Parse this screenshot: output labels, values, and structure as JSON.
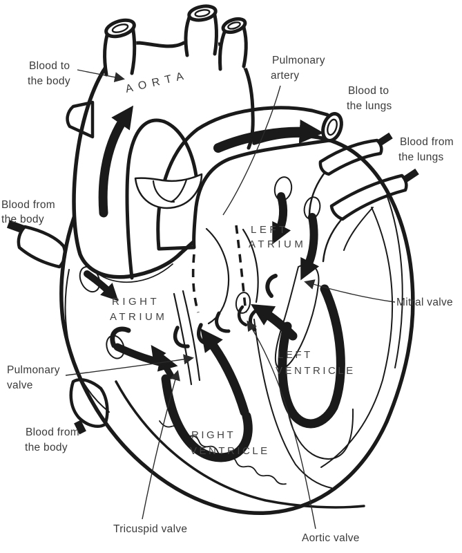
{
  "figure": {
    "description": "Cross-section line diagram of the human heart showing chambers, valves and direction of blood flow",
    "background_color": "#ffffff",
    "ink_color": "#1a1a1a",
    "label_text_color": "#3a3a3a",
    "vessel_fill": "stippled"
  },
  "vessel_labels": {
    "aorta": "AORTA",
    "blood_to_body": {
      "line1": "Blood to",
      "line2": "the body"
    },
    "pulmonary_artery": {
      "line1": "Pulmonary",
      "line2": "artery"
    },
    "blood_to_lungs": {
      "line1": "Blood to",
      "line2": "the lungs"
    },
    "blood_from_lungs": {
      "line1": "Blood from",
      "line2": "the lungs"
    },
    "blood_from_body_upper": {
      "line1": "Blood from",
      "line2": "the body"
    },
    "blood_from_body_lower": {
      "line1": "Blood from",
      "line2": "the body"
    }
  },
  "chamber_labels": {
    "right_atrium": {
      "line1": "RIGHT",
      "line2": "ATRIUM"
    },
    "left_atrium": {
      "line1": "LEFT",
      "line2": "ATRIUM"
    },
    "right_ventricle": {
      "line1": "RIGHT",
      "line2": "VENTRICLE"
    },
    "left_ventricle": {
      "line1": "LEFT",
      "line2": "VENTRICLE"
    }
  },
  "valve_labels": {
    "mitral": "Mitral valve",
    "pulmonary": {
      "line1": "Pulmonary",
      "line2": "valve"
    },
    "tricuspid": "Tricuspid valve",
    "aortic": "Aortic valve"
  }
}
